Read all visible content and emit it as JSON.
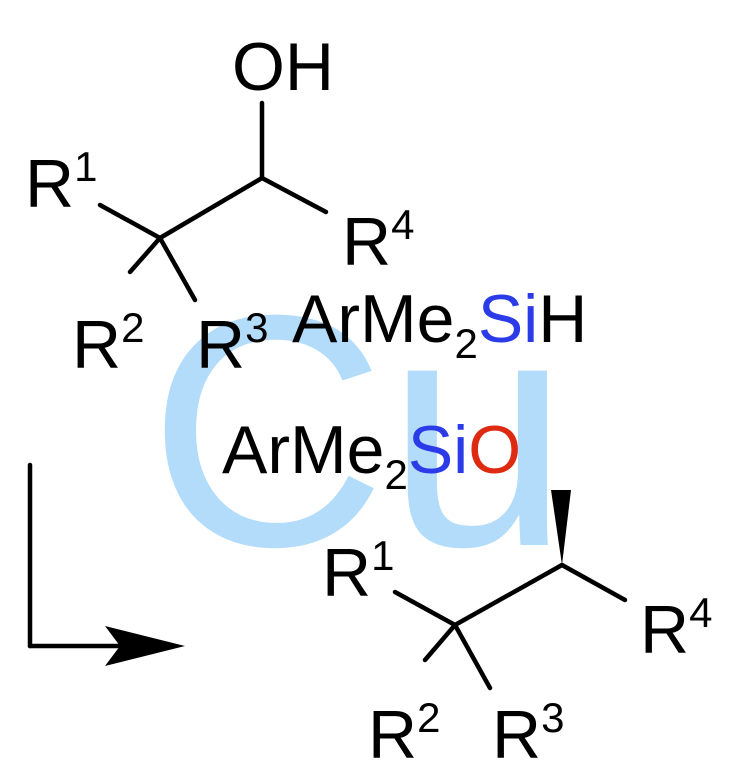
{
  "colors": {
    "ink": "#000000",
    "oxygen": "#dd2a10",
    "silicon": "#2b3be8",
    "watermark": "#b3dcfb"
  },
  "watermark": {
    "text": "Cu"
  },
  "starting_material": {
    "oh_label": "OH",
    "r1": {
      "base": "R",
      "sup": "1"
    },
    "r2": {
      "base": "R",
      "sup": "2"
    },
    "r3": {
      "base": "R",
      "sup": "3"
    },
    "r4": {
      "base": "R",
      "sup": "4"
    }
  },
  "reagent": {
    "prefix": "ArMe",
    "subscript": "2",
    "si": "Si",
    "h": "H"
  },
  "product": {
    "prefix": "ArMe",
    "subscript": "2",
    "si": "Si",
    "o": "O",
    "r1": {
      "base": "R",
      "sup": "1"
    },
    "r2": {
      "base": "R",
      "sup": "2"
    },
    "r3": {
      "base": "R",
      "sup": "3"
    },
    "r4": {
      "base": "R",
      "sup": "4"
    }
  },
  "arrow": {
    "direction": "right"
  }
}
